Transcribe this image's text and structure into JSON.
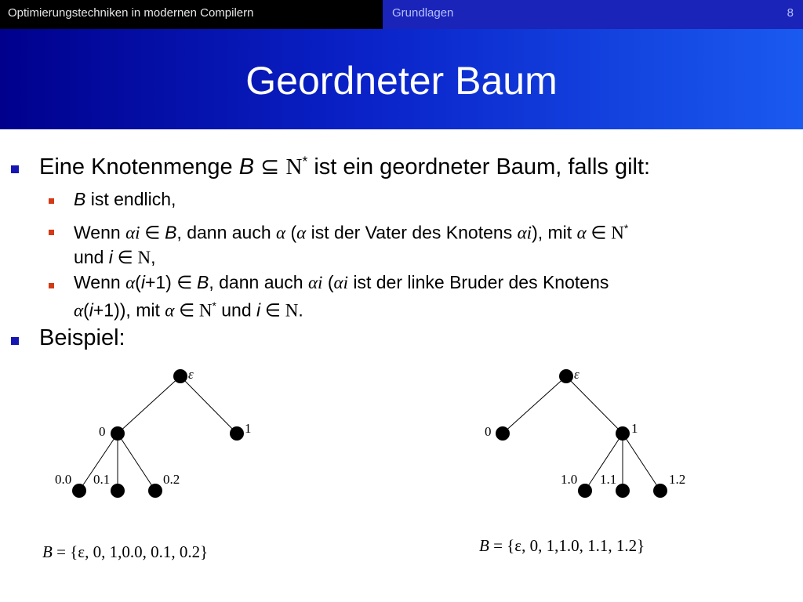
{
  "header": {
    "course": "Optimierungstechniken in modernen Compilern",
    "section": "Grundlagen",
    "page": "8"
  },
  "title": "Geordneter Baum",
  "bullets": {
    "b1_a": "Eine Knotenmenge ",
    "b1_B": "B",
    "b1_sub": "⊆",
    "b1_N": "N",
    "b1_star": "*",
    "b1_b": " ist ein geordneter Baum, falls gilt:",
    "s1_B": "B",
    "s1_rest": " ist endlich,",
    "s2_text1": "Wenn ",
    "s2_alpha_i": "αi",
    "s2_in": " ∈ ",
    "s2_B": "B",
    "s2_text2": ", dann auch ",
    "s2_alpha": "α",
    "s2_text3": " (",
    "s2_alpha2": "α",
    "s2_text4": " ist der Vater des Knotens ",
    "s2_alpha_i2": "αi",
    "s2_text5": "), mit ",
    "s2_alpha3": "α",
    "s2_in2": " ∈ ",
    "s2_N": "N",
    "s2_star": "*",
    "s2_line2a": "und ",
    "s2_i": "i",
    "s2_in3": " ∈ ",
    "s2_N2": "N",
    "s2_line2b": ",",
    "s3_text1": "Wenn ",
    "s3_alpha": "α",
    "s3_paren": "(",
    "s3_i": "i",
    "s3_plus": "+1) ",
    "s3_in": "∈ ",
    "s3_B": "B",
    "s3_text2": ", dann auch ",
    "s3_alpha_i": "αi",
    "s3_text3": " (",
    "s3_alpha_i2": "αi",
    "s3_text4": " ist der linke Bruder des Knotens",
    "s3_line2_alpha": "α",
    "s3_line2_paren": "(",
    "s3_line2_i": "i",
    "s3_line2_rest": "+1)), mit ",
    "s3_line2_alpha2": "α",
    "s3_line2_in": " ∈ ",
    "s3_line2_N": "N",
    "s3_line2_star": "*",
    "s3_line2_und": " und ",
    "s3_line2_i2": "i",
    "s3_line2_in2": " ∈ ",
    "s3_line2_N2": "N",
    "s3_line2_end": ".",
    "b2": "Beispiel:"
  },
  "tree1": {
    "root": "ε",
    "n0": "0",
    "n1": "1",
    "n00": "0.0",
    "n01": "0.1",
    "n02": "0.2",
    "set_B": "B",
    "set_text": " = {ε, 0, 1,0.0, 0.1, 0.2}"
  },
  "tree2": {
    "root": "ε",
    "n0": "0",
    "n1": "1",
    "n10": "1.0",
    "n11": "1.1",
    "n12": "1.2",
    "set_B": "B",
    "set_text": " = {ε, 0, 1,1.0, 1.1, 1.2}"
  }
}
